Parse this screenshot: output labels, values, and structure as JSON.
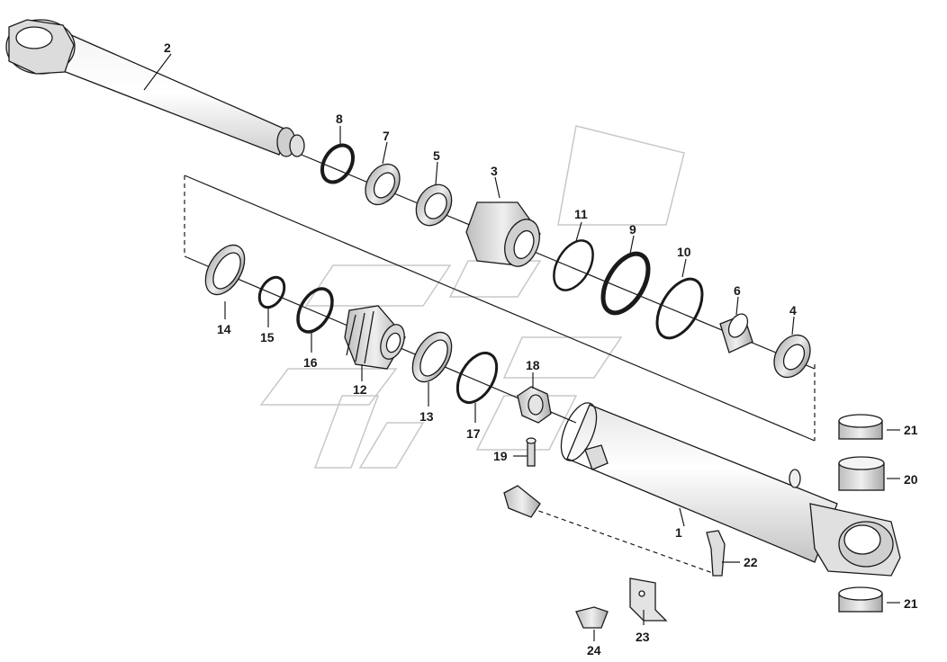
{
  "parts": [
    {
      "id": "1",
      "label": "1"
    },
    {
      "id": "2",
      "label": "2"
    },
    {
      "id": "3",
      "label": "3"
    },
    {
      "id": "4",
      "label": "4"
    },
    {
      "id": "5",
      "label": "5"
    },
    {
      "id": "6",
      "label": "6"
    },
    {
      "id": "7",
      "label": "7"
    },
    {
      "id": "8",
      "label": "8"
    },
    {
      "id": "9",
      "label": "9"
    },
    {
      "id": "10",
      "label": "10"
    },
    {
      "id": "11",
      "label": "11"
    },
    {
      "id": "12",
      "label": "12"
    },
    {
      "id": "13",
      "label": "13"
    },
    {
      "id": "14",
      "label": "14"
    },
    {
      "id": "15",
      "label": "15"
    },
    {
      "id": "16",
      "label": "16"
    },
    {
      "id": "17",
      "label": "17"
    },
    {
      "id": "18",
      "label": "18"
    },
    {
      "id": "19",
      "label": "19"
    },
    {
      "id": "20",
      "label": "20"
    },
    {
      "id": "21a",
      "label": "21"
    },
    {
      "id": "21b",
      "label": "21"
    },
    {
      "id": "22",
      "label": "22"
    },
    {
      "id": "23",
      "label": "23"
    },
    {
      "id": "24",
      "label": "24"
    }
  ],
  "colors": {
    "line": "#1a1a1a",
    "shade": "#d9d9d9",
    "watermark": "#c8c8c8"
  }
}
